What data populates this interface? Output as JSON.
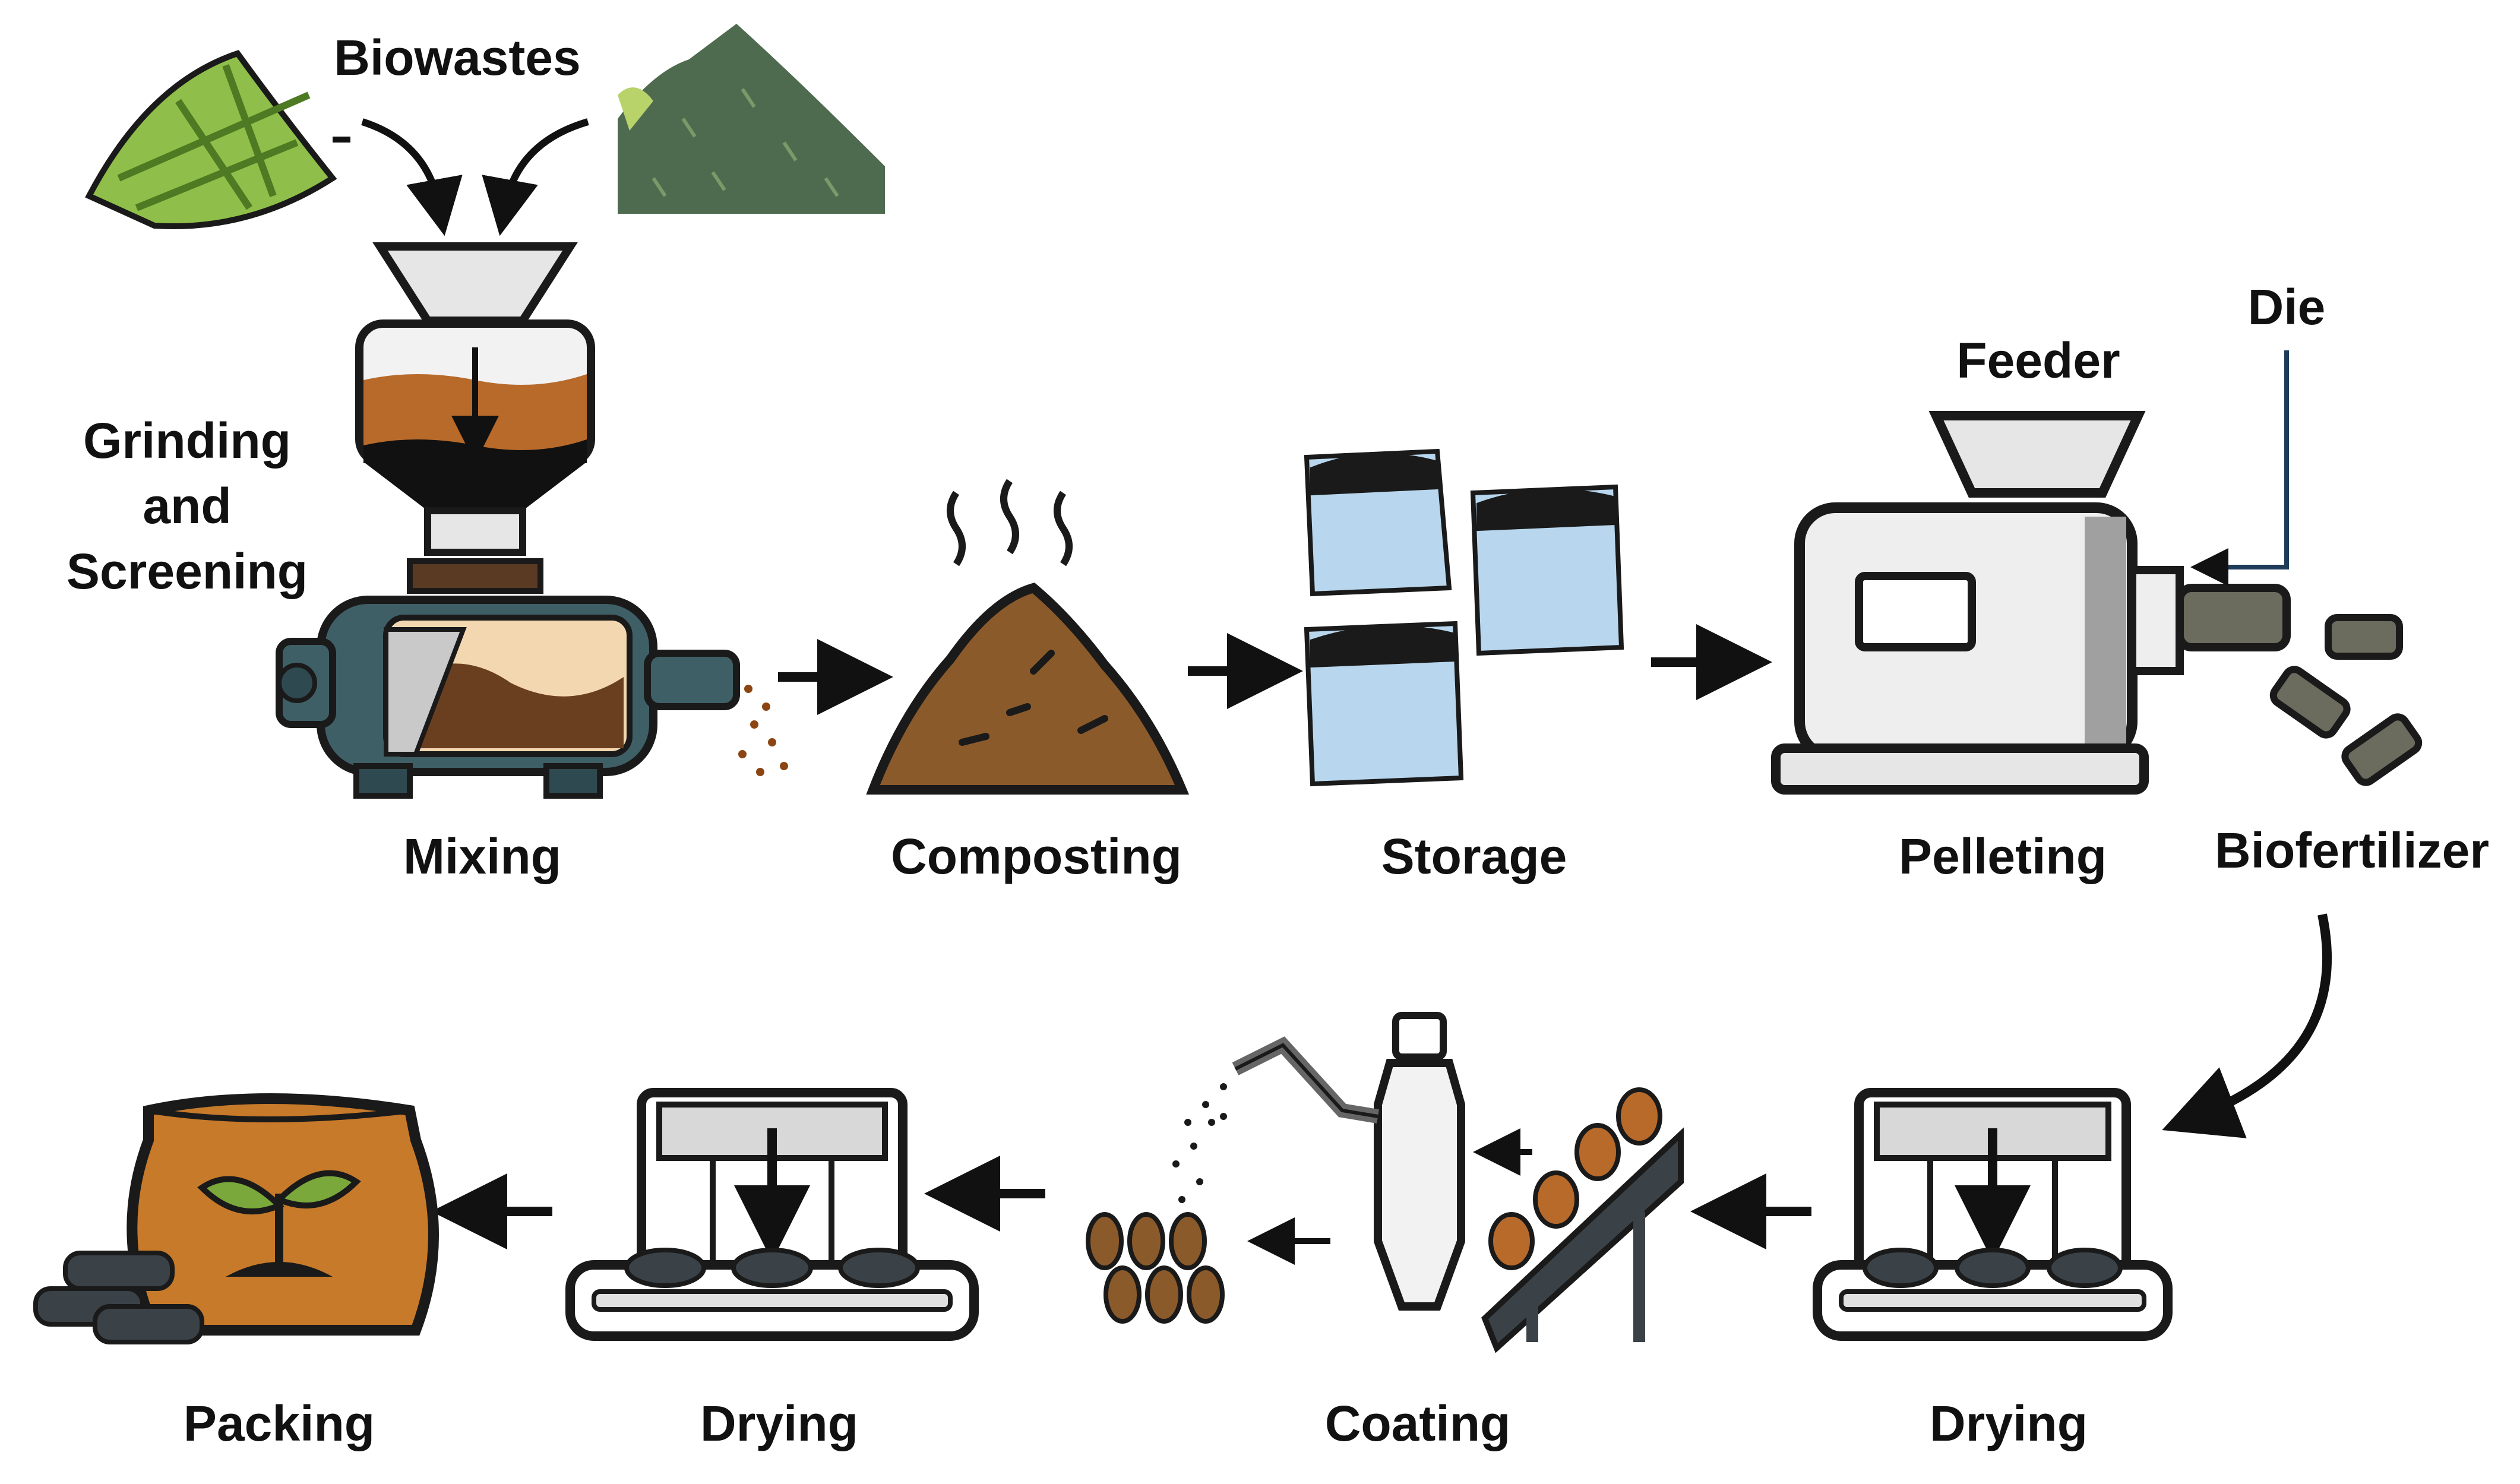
{
  "labels": {
    "biowastes": "Biowastes",
    "grinding": [
      "Grinding",
      "and",
      "Screening"
    ],
    "mixing": "Mixing",
    "composting": "Composting",
    "storage": "Storage",
    "feeder": "Feeder",
    "die": "Die",
    "pelleting": "Pelleting",
    "biofertilizer": "Biofertilizer",
    "drying_right": "Drying",
    "coating": "Coating",
    "drying_left": "Drying",
    "packing": "Packing"
  },
  "colors": {
    "outline": "#1a1a1a",
    "compost": "#8b5a2b",
    "machine_teal": "#3f5f66",
    "bag_blue": "#b8d7ee",
    "leaf_green": "#8fbf4a",
    "pile_green": "#4f6b4f",
    "pellet_orange": "#b86a2a",
    "pack_orange": "#c77a2a",
    "die_arrow": "#1f3b5a"
  },
  "icons": [
    "leaves-icon",
    "green-pile-icon",
    "hopper-icon",
    "mixer-drum-icon",
    "compost-heap-icon",
    "bulk-bag-icon",
    "pellet-mill-icon",
    "pellets-icon",
    "dryer-icon",
    "coating-sprayer-icon",
    "conveyor-icon",
    "fertilizer-bag-icon"
  ]
}
